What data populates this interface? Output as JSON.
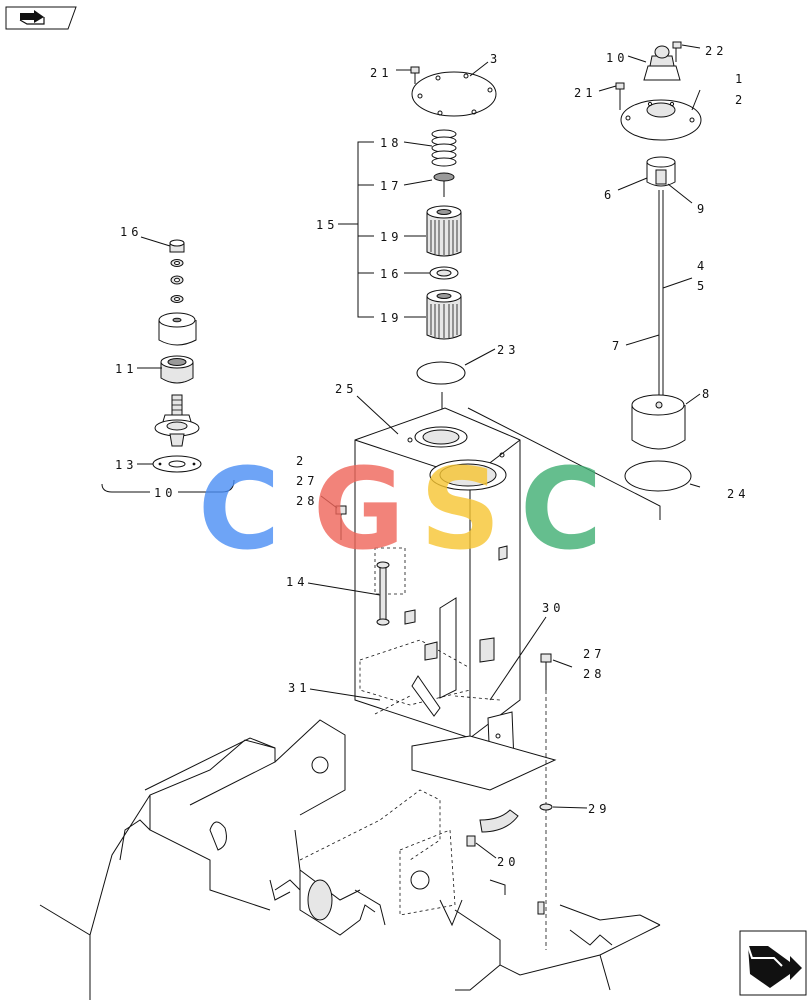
{
  "labels": {
    "l1": "1",
    "l2": "2",
    "l3": "3",
    "l4": "4",
    "l5": "5",
    "l6": "6",
    "l7": "7",
    "l8": "8",
    "l9": "9",
    "l10a": "10",
    "l10b": "10",
    "l11": "11",
    "l13": "13",
    "l14": "14",
    "l15": "15",
    "l16a": "16",
    "l16b": "16",
    "l17": "17",
    "l18": "18",
    "l19a": "19",
    "l19b": "19",
    "l20": "20",
    "l21a": "21",
    "l21b": "21",
    "l22": "22",
    "l23": "23",
    "l24": "24",
    "l25": "25",
    "l2b": "2",
    "l27a": "27",
    "l28a": "28",
    "l27b": "27",
    "l28b": "28",
    "l29": "29",
    "l30": "30",
    "l31": "31"
  },
  "watermark": {
    "letters": [
      "C",
      "G",
      "S",
      "C"
    ],
    "colors": [
      "#4a8ef5",
      "#f0655a",
      "#f7c531",
      "#3fae72"
    ]
  },
  "icons": {
    "top_left": "previous-page-arrow-icon",
    "bottom_right": "next-page-arrow-icon"
  }
}
